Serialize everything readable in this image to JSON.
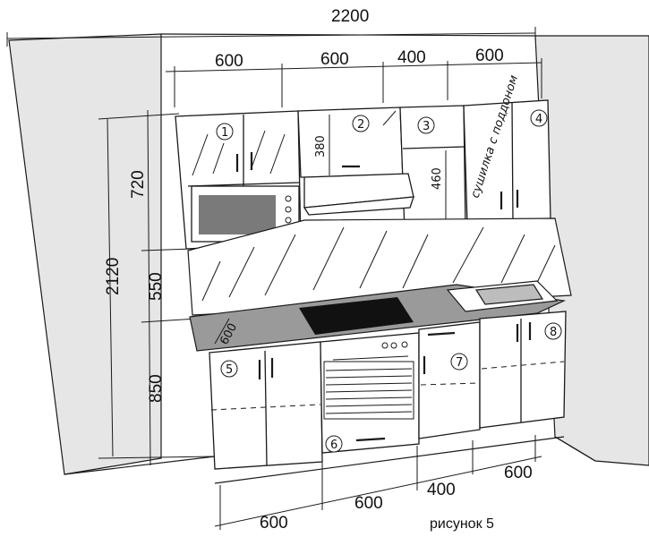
{
  "colors": {
    "line": "#1a1a1a",
    "wall": "#c8c8c8",
    "countertop": "#9a9a9a",
    "hob": "#111111",
    "microwave_window": "#7a7a7a",
    "paper": "#ffffff"
  },
  "dimensions": {
    "total_width": "2200",
    "top_modules": [
      "600",
      "600",
      "400",
      "600"
    ],
    "bottom_modules": [
      "600",
      "600",
      "400",
      "600"
    ],
    "total_height": "2120",
    "upper_height": "720",
    "backsplash_height": "550",
    "base_height": "850",
    "hood_gap": "380",
    "shelf_height": "460",
    "countertop_depth": "600"
  },
  "modules": [
    "1",
    "2",
    "3",
    "4",
    "5",
    "6",
    "7",
    "8"
  ],
  "annotation": "сушилка с поддоном",
  "caption": "рисунок 5"
}
